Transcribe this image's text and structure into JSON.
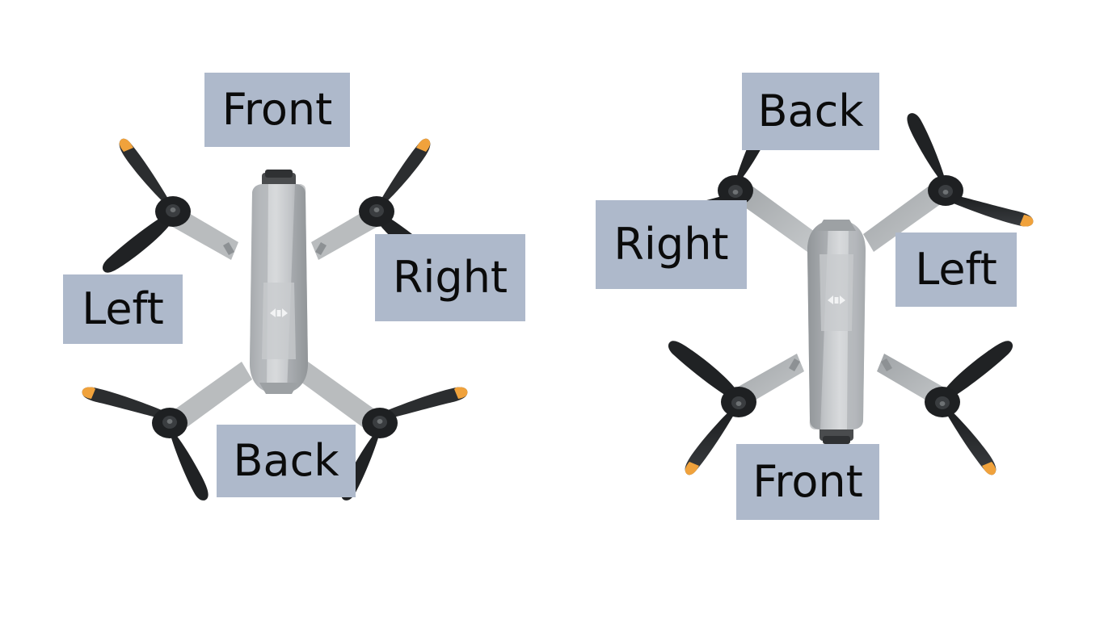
{
  "page": {
    "title": "Drone Orientation Diagram",
    "background_color": "#ffffff",
    "label_background_color": "#aeb9cb",
    "label_text_color": "#0b0b0b"
  },
  "figures": [
    {
      "id": "drone-left",
      "name": "drone-top-view-nose-up",
      "orientation": "nose-up",
      "labels": {
        "top": "Front",
        "left": "Left",
        "right": "Right",
        "bottom": "Back"
      }
    },
    {
      "id": "drone-right",
      "name": "drone-top-view-nose-down",
      "orientation": "nose-down",
      "labels": {
        "top": "Back",
        "left": "Right",
        "right": "Left",
        "bottom": "Front"
      }
    }
  ],
  "drone": {
    "body_color_light": "#d6d8da",
    "body_color_mid": "#b6b9bc",
    "body_color_dark": "#93979a",
    "arm_color": "#b9bcbe",
    "propeller_color": "#2b2d2f",
    "propeller_tip_color": "#f0a23c",
    "motor_color": "#1e2022",
    "logo": "dji-logo"
  }
}
